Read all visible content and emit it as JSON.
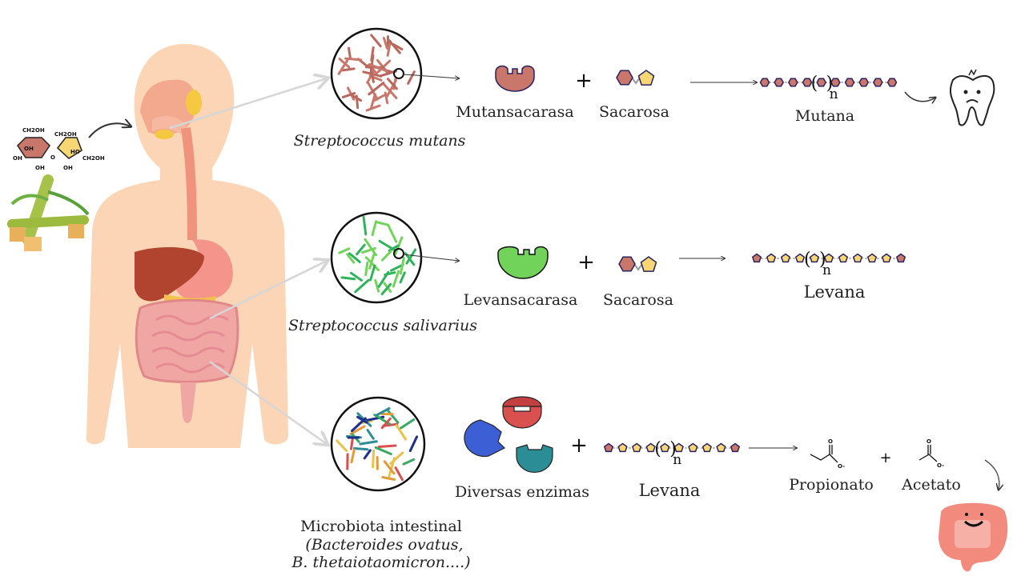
{
  "sucrose_structure": {
    "glucose_groups": [
      "CH2OH",
      "OH",
      "OH",
      "OH"
    ],
    "fructose_groups": [
      "CH2OH",
      "HO",
      "CH2OH",
      "OH"
    ],
    "linkage": "O"
  },
  "rows": [
    {
      "organism": "Streptococcus mutans",
      "enzyme": "Mutansacarasa",
      "substrate": "Sacarosa",
      "product": "Mutana",
      "repeat_symbol": "n",
      "outcome_icon": "sad-tooth-icon"
    },
    {
      "organism": "Streptococcus salivarius",
      "enzyme": "Levansacarasa",
      "substrate": "Sacarosa",
      "product": "Levana",
      "repeat_symbol": "n"
    },
    {
      "organism_lines": [
        "Microbiota intestinal",
        "(Bacteroides ovatus,",
        "B. thetaiotaomicron....)"
      ],
      "enzyme": "Diversas enzimas",
      "substrate": "Levana",
      "repeat_symbol": "n",
      "products": [
        "Propionato",
        "Acetato"
      ],
      "outcome_icon": "happy-colon-icon"
    }
  ],
  "plus_sign": "+",
  "colors": {
    "skin": "#fbd5b5",
    "glucose": "#c9766b",
    "fructose": "#f7d774",
    "mutansacarasa": "#c9766b",
    "levansacarasa": "#72d35a",
    "enzyme_red": "#d9504e",
    "enzyme_blue": "#3d5fd6",
    "enzyme_teal": "#2b8d96",
    "chain_outline": "#2a2160",
    "arrow_gray": "#d6d6d6"
  }
}
